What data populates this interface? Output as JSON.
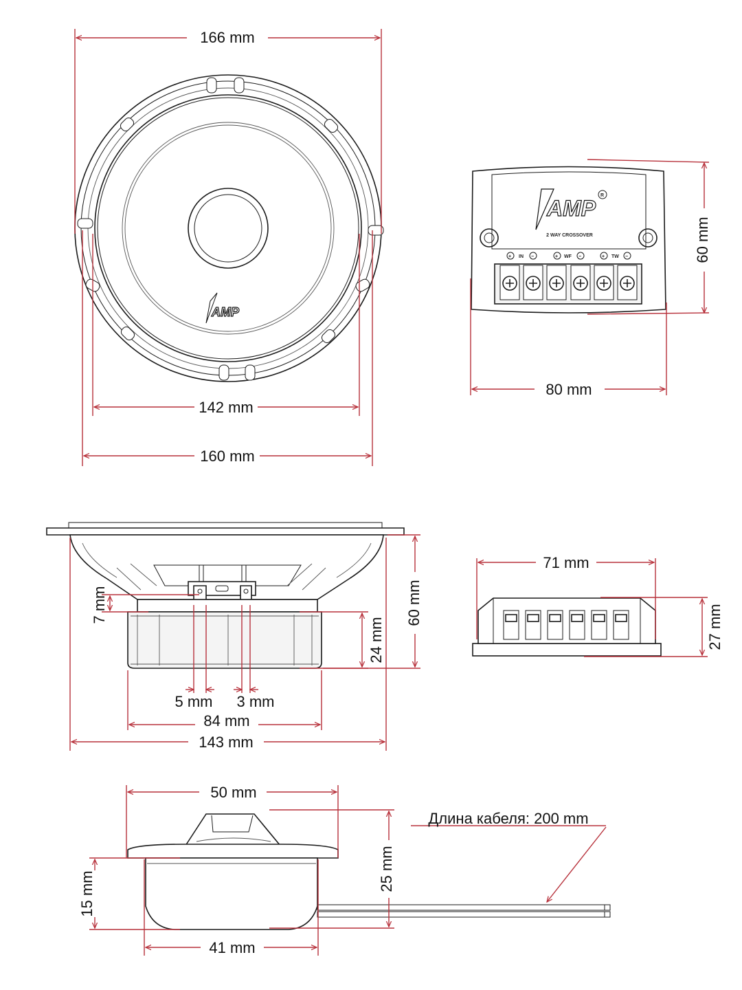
{
  "colors": {
    "dimension_line": "#b7303a",
    "drawing_line": "#1a1a1a",
    "text": "#111111",
    "background": "#ffffff"
  },
  "dimensions": {
    "woofer_front": {
      "outer_diameter": "166 mm",
      "cone_diameter": "142 mm",
      "mount_diameter": "160 mm"
    },
    "crossover_front": {
      "height": "60 mm",
      "width": "80 mm"
    },
    "woofer_side": {
      "terminal_offset": "7 mm",
      "terminal_gap_left": "5 mm",
      "terminal_gap_right": "3 mm",
      "magnet_diameter": "84 mm",
      "mount_depth": "143 mm",
      "magnet_height": "24 mm",
      "total_depth": "60 mm"
    },
    "crossover_side": {
      "width": "71 mm",
      "height": "27 mm"
    },
    "tweeter": {
      "flange_diameter": "50 mm",
      "body_diameter": "41 mm",
      "mount_depth": "15 mm",
      "total_height": "25 mm",
      "cable_length": "Длина кабеля: 200 mm"
    }
  },
  "crossover_labels": {
    "brand": "AMP",
    "registered": "R",
    "model": "2 WAY CROSSOVER",
    "terminal_in": "IN",
    "terminal_wf": "WF",
    "terminal_tw": "TW",
    "plus": "+",
    "minus": "−"
  },
  "woofer_labels": {
    "brand": "AMP"
  }
}
